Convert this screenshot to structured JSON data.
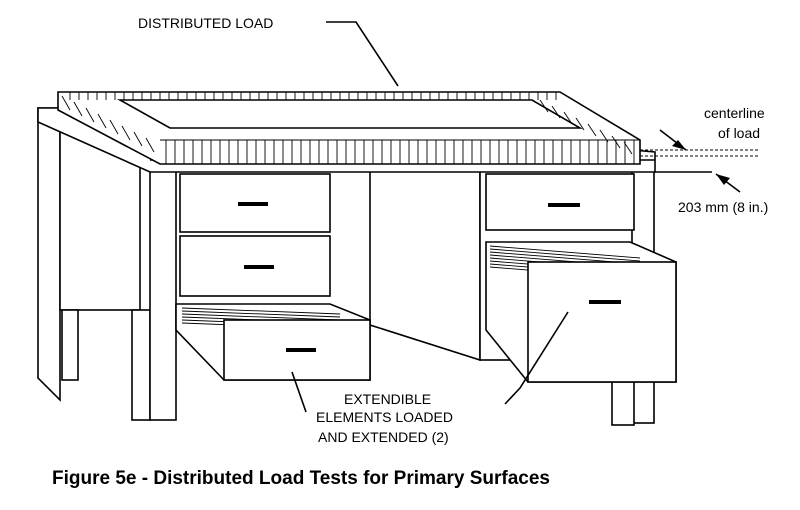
{
  "labels": {
    "distributed_load": "DISTRIBUTED LOAD",
    "centerline_line1": "centerline",
    "centerline_line2": "of load",
    "dimension": "203 mm (8 in.)",
    "extendible_line1": "EXTENDIBLE",
    "extendible_line2": "ELEMENTS LOADED",
    "extendible_line3": "AND EXTENDED (2)"
  },
  "caption": "Figure 5e - Distributed Load Tests for Primary Surfaces",
  "colors": {
    "ink": "#000000",
    "paper": "#ffffff"
  }
}
